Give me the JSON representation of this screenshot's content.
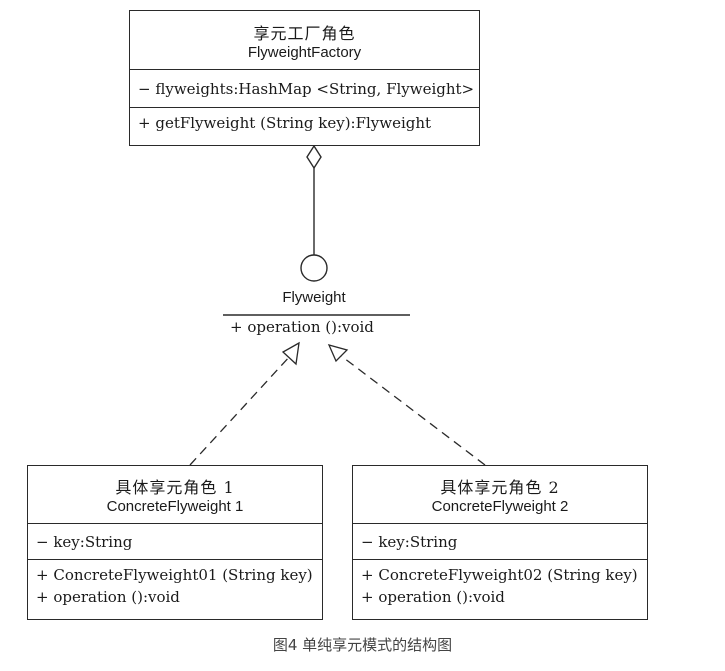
{
  "diagram": {
    "factory": {
      "name_cn": "享元工厂角色",
      "name_en": "FlyweightFactory",
      "attributes": [
        "− flyweights:HashMap <String, Flyweight>"
      ],
      "operations": [
        "+ getFlyweight (String key):Flyweight"
      ]
    },
    "interface": {
      "name": "Flyweight",
      "operations": [
        "+ operation ():void"
      ]
    },
    "concrete1": {
      "name_cn": "具体享元角色 1",
      "name_en": "ConcreteFlyweight  1",
      "attributes": [
        "− key:String"
      ],
      "operations": [
        "+ ConcreteFlyweight01 (String key)",
        "+ operation ():void"
      ]
    },
    "concrete2": {
      "name_cn": "具体享元角色 2",
      "name_en": "ConcreteFlyweight  2",
      "attributes": [
        "− key:String"
      ],
      "operations": [
        "+ ConcreteFlyweight02 (String key)",
        "+ operation ():void"
      ]
    }
  },
  "caption": "图4 单纯享元模式的结构图",
  "colors": {
    "line": "#2a2a2a",
    "caption": "#444444",
    "background": "#ffffff"
  }
}
